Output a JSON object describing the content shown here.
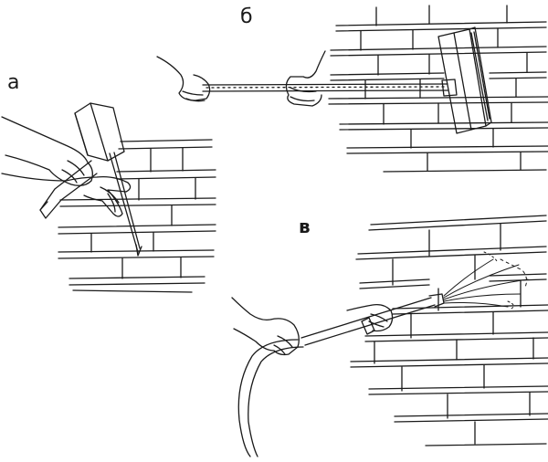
{
  "panels": {
    "a": {
      "label": "а"
    },
    "b": {
      "label": "б"
    },
    "v": {
      "label": "в"
    }
  },
  "colors": {
    "ink": "#1a1a1a",
    "paper": "#ffffff"
  }
}
